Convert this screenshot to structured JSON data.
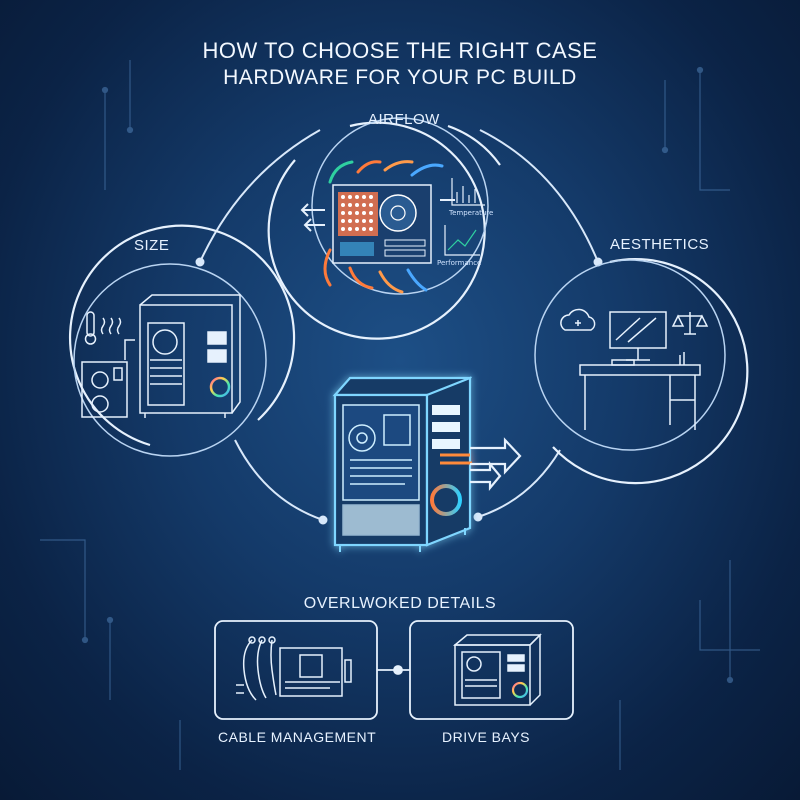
{
  "header": {
    "title_line1": "HOW TO CHOOSE  THE RIGHT CASE",
    "title_line2": "HARDWARE FOR YOUR PC BUILD"
  },
  "sections": {
    "airflow": {
      "label": "AIRFLOW",
      "chart1": "Temperature",
      "chart2": "Performance"
    },
    "size": {
      "label": "SIZE"
    },
    "aesthetics": {
      "label": "AESTHETICS"
    }
  },
  "details": {
    "heading": "OVERLWOKED DETAILS",
    "cable_management": "CABLE MANAGEMENT",
    "drive_bays": "DRIVE BAYS"
  },
  "icons": [
    "thermometer-icon",
    "cloud-icon",
    "scales-icon",
    "pc-case-icon",
    "monitor-icon",
    "arrow-right-icon"
  ],
  "colors": {
    "background": "#143a69",
    "line": "#d8e8fa",
    "accent_orange": "#ff8a3a",
    "accent_cyan": "#37d6ff"
  }
}
